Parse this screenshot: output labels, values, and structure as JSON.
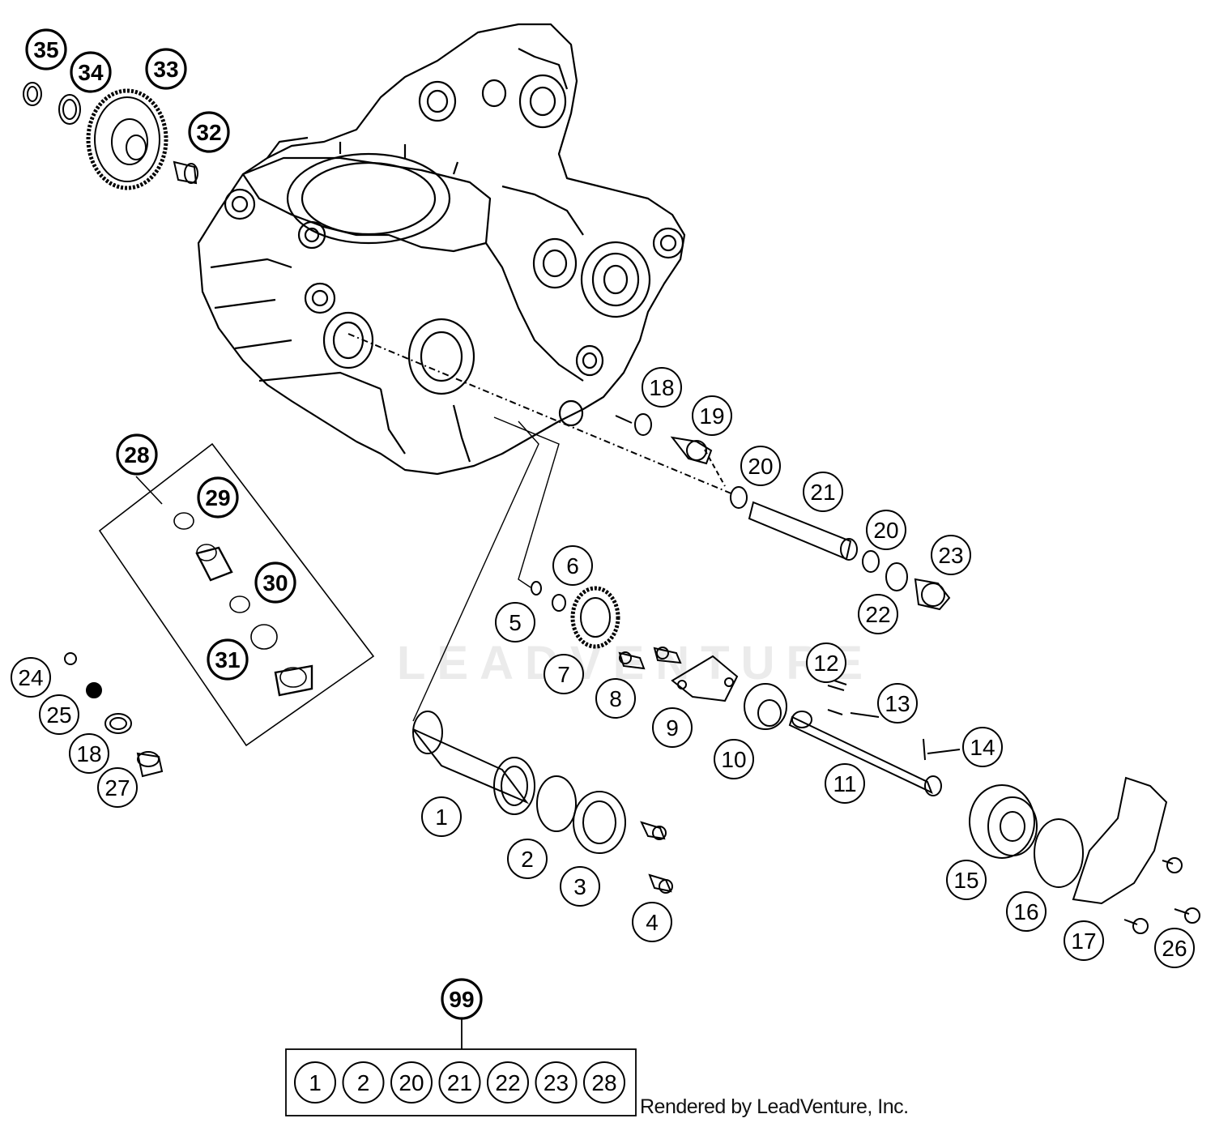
{
  "diagram": {
    "credit": "Rendered by LeadVenture, Inc.",
    "watermark": "LEADVENTURE",
    "callouts": [
      {
        "id": "c1",
        "label": "1",
        "style": "plain"
      },
      {
        "id": "c2",
        "label": "2",
        "style": "plain"
      },
      {
        "id": "c3",
        "label": "3",
        "style": "plain"
      },
      {
        "id": "c4",
        "label": "4",
        "style": "plain"
      },
      {
        "id": "c5",
        "label": "5",
        "style": "plain"
      },
      {
        "id": "c6",
        "label": "6",
        "style": "plain"
      },
      {
        "id": "c7",
        "label": "7",
        "style": "plain"
      },
      {
        "id": "c8",
        "label": "8",
        "style": "plain"
      },
      {
        "id": "c9",
        "label": "9",
        "style": "plain"
      },
      {
        "id": "c10",
        "label": "10",
        "style": "plain"
      },
      {
        "id": "c11",
        "label": "11",
        "style": "plain"
      },
      {
        "id": "c12",
        "label": "12",
        "style": "plain"
      },
      {
        "id": "c13",
        "label": "13",
        "style": "plain"
      },
      {
        "id": "c14",
        "label": "14",
        "style": "plain"
      },
      {
        "id": "c15",
        "label": "15",
        "style": "plain"
      },
      {
        "id": "c16",
        "label": "16",
        "style": "plain"
      },
      {
        "id": "c17",
        "label": "17",
        "style": "plain"
      },
      {
        "id": "c18a",
        "label": "18",
        "style": "plain"
      },
      {
        "id": "c18b",
        "label": "18",
        "style": "plain"
      },
      {
        "id": "c19",
        "label": "19",
        "style": "plain"
      },
      {
        "id": "c20a",
        "label": "20",
        "style": "plain"
      },
      {
        "id": "c20b",
        "label": "20",
        "style": "plain"
      },
      {
        "id": "c21",
        "label": "21",
        "style": "plain"
      },
      {
        "id": "c22",
        "label": "22",
        "style": "plain"
      },
      {
        "id": "c23",
        "label": "23",
        "style": "plain"
      },
      {
        "id": "c24",
        "label": "24",
        "style": "plain"
      },
      {
        "id": "c25",
        "label": "25",
        "style": "plain"
      },
      {
        "id": "c26",
        "label": "26",
        "style": "plain"
      },
      {
        "id": "c27",
        "label": "27",
        "style": "plain"
      },
      {
        "id": "c28",
        "label": "28",
        "style": "bold"
      },
      {
        "id": "c29",
        "label": "29",
        "style": "bold"
      },
      {
        "id": "c30",
        "label": "30",
        "style": "bold"
      },
      {
        "id": "c31",
        "label": "31",
        "style": "bold"
      },
      {
        "id": "c32",
        "label": "32",
        "style": "bold"
      },
      {
        "id": "c33",
        "label": "33",
        "style": "bold"
      },
      {
        "id": "c34",
        "label": "34",
        "style": "bold"
      },
      {
        "id": "c35",
        "label": "35",
        "style": "bold"
      },
      {
        "id": "c99",
        "label": "99",
        "style": "bold"
      }
    ],
    "kit_contents": [
      "1",
      "2",
      "20",
      "21",
      "22",
      "23",
      "28"
    ]
  }
}
